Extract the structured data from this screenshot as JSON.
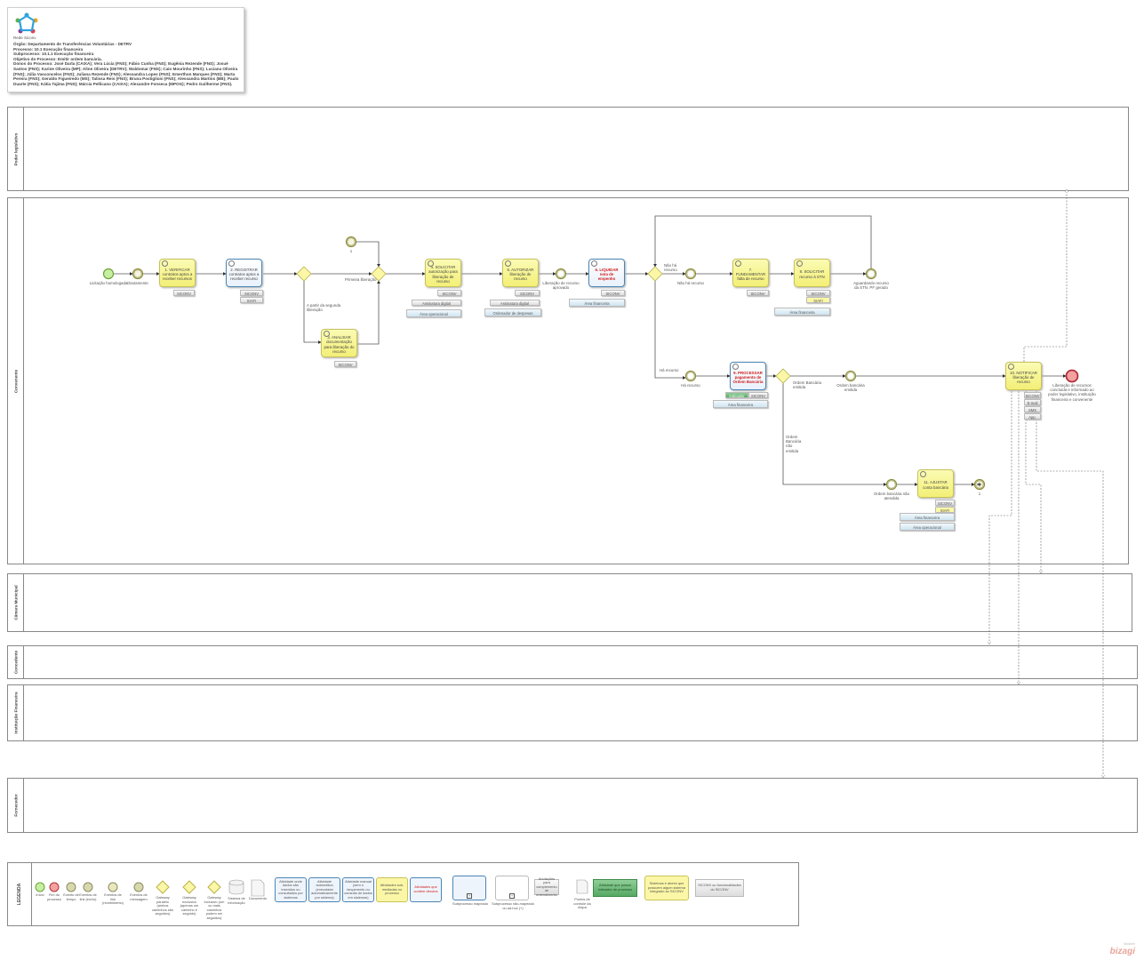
{
  "header": {
    "logo_text": "Rede Siconv",
    "lines": [
      "Órgão: Departamento de Transferências Voluntárias - DETRV",
      "Processo: 10.1 Execução financeira",
      "Subprocesso: 10.1.1 Execução financeira",
      "Objetivo do Processo: Emitir ordem bancária.",
      "Donos do Processo: José Darla (CAIXA); Vera Lúcia (FNS); Fábio Cunha (FNS); Eugênia Rezende (FNS); Josué Santos (FNS); Karine Oliveira (MP); Aline Oliveira (DETRV); Waldomar (FNS); Caio Mourinho (FNS); Luciana Oliveira (FNS); Júlia Vasconcelos (FNS); Juliana Rezende (FNS); Alessandra Lopes (FNS); Emerthon Marques (FNS); Marta Pereira (FNS); Geraldo Figueiredo (MS); Talissa Reis (FNS); Bruna Postiglioni (FNS); Alessandra Martins (BB); Paulo Duarte (FNS);  Kátia Tajima (FNS); Márcia Pellicano (CAIXA); Alexandre Fonseca (MPOG); Pedro Guilherme (FNS)."
    ]
  },
  "lanes": {
    "poder": "Poder legislativo",
    "convenente": "Convenente",
    "camara": "Câmara Municipal",
    "concedente": "Concedente",
    "instituicao": "Instituição Financeira",
    "fornecedor": "Fornecedor"
  },
  "tasks": [
    {
      "id": "t1",
      "text": "1. VERIFICAR contratos aptos a receber recursos",
      "style": "y",
      "tags": [
        {
          "t": "SICONV",
          "c": "g"
        }
      ]
    },
    {
      "id": "t2",
      "text": "2. REGISTRAR contratos aptos a receber recurso",
      "style": "b",
      "tags": [
        {
          "t": "SICONV",
          "c": "g"
        },
        {
          "t": "SIAFI",
          "c": "g"
        }
      ]
    },
    {
      "id": "t3",
      "text": "3. ANALISAR documentação para liberação do recurso",
      "style": "y",
      "tags": [
        {
          "t": "SICONV",
          "c": "g"
        }
      ]
    },
    {
      "id": "t4",
      "text": "4. SOLICITAR autorização para liberação de recurso",
      "style": "y",
      "tags": [
        {
          "t": "SICONV",
          "c": "g"
        },
        {
          "t": "Assinatura digital",
          "c": "g"
        },
        {
          "t": "Área operacional",
          "c": "bl"
        }
      ]
    },
    {
      "id": "t5",
      "text": "5. AUTORIZAR liberação de recurso",
      "style": "y",
      "tags": [
        {
          "t": "SICONV",
          "c": "g"
        },
        {
          "t": "Assinatura digital",
          "c": "g"
        },
        {
          "t": "Ordenador de despesas",
          "c": "bl"
        }
      ]
    },
    {
      "id": "t6",
      "text": "6. LIQUIDAR nota de empenho",
      "style": "b red",
      "tags": [
        {
          "t": "SICONV",
          "c": "g"
        },
        {
          "t": "Área financeira",
          "c": "bl"
        }
      ]
    },
    {
      "id": "t7",
      "text": "7. FUNDAMENTAR falta de recurso",
      "style": "y",
      "tags": [
        {
          "t": "SICONV",
          "c": "g"
        }
      ]
    },
    {
      "id": "t8",
      "text": "8. SOLICITAR recurso à STN",
      "style": "y",
      "tags": [
        {
          "t": "SICONV",
          "c": "g"
        },
        {
          "t": "SIAFI",
          "c": "y"
        },
        {
          "t": "Área financeira",
          "c": "bl"
        }
      ]
    },
    {
      "id": "t9",
      "text": "9. PROCESSAR pagamento de Ordem Bancária",
      "style": "b red",
      "tags": [
        {
          "t": "Indicador",
          "c": "gr"
        },
        {
          "t": "SICONV",
          "c": "g"
        },
        {
          "t": "Área financeira",
          "c": "bl"
        }
      ]
    },
    {
      "id": "t10",
      "text": "10. NOTIFICAR liberação de recurso",
      "style": "y",
      "tags": [
        {
          "t": "SICONV",
          "c": "g"
        },
        {
          "t": "E-mail",
          "c": "g"
        },
        {
          "t": "SMS",
          "c": "g"
        },
        {
          "t": "App.",
          "c": "g"
        }
      ]
    },
    {
      "id": "t11",
      "text": "11. AJUSTAR conta bancária",
      "style": "y",
      "tags": [
        {
          "t": "SICONV",
          "c": "g"
        },
        {
          "t": "SIAFI",
          "c": "y"
        },
        {
          "t": "Área financeira",
          "c": "bl"
        },
        {
          "t": "Área operacional",
          "c": "bl"
        }
      ]
    }
  ],
  "events": [
    {
      "id": "e_start",
      "type": "start",
      "label": "Licitação homologada"
    },
    {
      "id": "e_daily",
      "type": "timer",
      "label": "Diariamente"
    },
    {
      "id": "e_link1",
      "type": "link",
      "label": "1"
    },
    {
      "id": "e_aprov",
      "type": "intermediate",
      "label": "Liberação de recurso aprovado"
    },
    {
      "id": "e_naohá",
      "type": "intermediate",
      "label": "Não há recurso"
    },
    {
      "id": "e_aguard",
      "type": "intermediate",
      "label": "Aguardando recurso da STN. PF gerado"
    },
    {
      "id": "e_há",
      "type": "intermediate",
      "label": "Há recurso"
    },
    {
      "id": "e_ob",
      "type": "intermediate",
      "label": "Ordem bancária emitida"
    },
    {
      "id": "e_obna",
      "type": "intermediate",
      "label": "Ordem bancária não atendida"
    },
    {
      "id": "e_link2",
      "type": "linkthrow",
      "label": "1"
    },
    {
      "id": "e_end",
      "type": "end",
      "label": "Liberação de recursos concluída e informado ao poder legislativo, instituição financeira e convenente"
    }
  ],
  "flow_labels": {
    "primeira": "Primeira liberação",
    "segunda": "A partir da segunda liberação",
    "nao_ha": "Não há recurso",
    "ha": "Há recurso",
    "ob_emitida": "Ordem Bancária emitida",
    "ob_nao": "Ordem Bancária não emitida"
  },
  "legend": {
    "title": "LEGENDA",
    "items": [
      "Início",
      "Fim do processo",
      "Evento de tempo",
      "Eventos de link (envio)",
      "Eventos de link (recebimento)",
      "Eventos de mensagem",
      "Gateway paralelo (ambos caminhos são seguidos)",
      "Gateway exclusivo (apenas um caminho é seguido)",
      "Gateway inclusivo (um ou mais caminhos podem ser seguidos)",
      "Sistema de informação",
      "Documento",
      "Atividade onde dados são inseridos ou consultados por sistemas",
      "Atividade automática (executada automaticamente por sistema)",
      "Atividade manual (sem o lançamento ou consulta de dados em sistemas)",
      "Atividades sub-mediadas no processo",
      "Atividades que contém desvios",
      "Subprocesso mapeado",
      "Subprocesso não-mapeado ou ad-hoc (+)",
      "Anotações para complemento de entendimento",
      "Pontos de controle da etapa",
      "Atividade que possui indicador de processo",
      "Sistemas e atores que possuem algum sistema integrado ao SICONV",
      "SICONV ou funcionalidades do SICONV"
    ]
  },
  "footer": {
    "brand": "bizagi",
    "brand_sub": "Modeler"
  },
  "colors": {
    "task_yellow": "#f3ef77",
    "task_blue_border": "#4b86b6",
    "deviation_red": "#d21c1c",
    "start_green": "#c6f0a0",
    "end_red": "#f5a0a0",
    "indicator_green": "#55a862"
  }
}
